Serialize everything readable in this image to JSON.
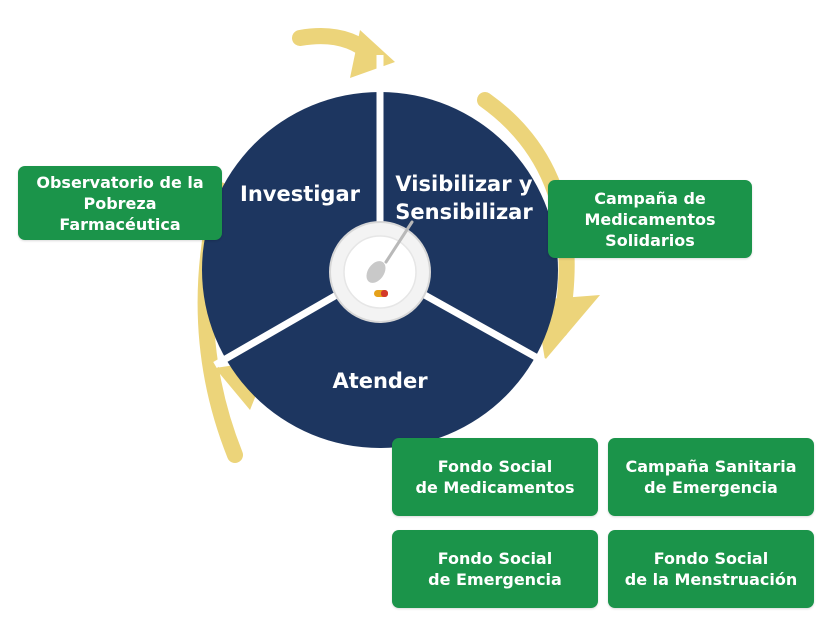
{
  "cycle": {
    "segments": [
      {
        "id": "investigar",
        "label": "Investigar"
      },
      {
        "id": "visibilizar",
        "label": "Visibilizar y\nSensibilizar"
      },
      {
        "id": "atender",
        "label": "Atender"
      }
    ],
    "center_icon": "plate-with-spoon-and-pill-icon"
  },
  "boxes": {
    "observatorio": "Observatorio de la\nPobreza Farmacéutica",
    "campana_medicamentos": "Campaña de\nMedicamentos\nSolidarios",
    "fondo_medicamentos": "Fondo Social\nde Medicamentos",
    "campana_sanitaria": "Campaña Sanitaria\nde Emergencia",
    "fondo_emergencia": "Fondo Social\nde Emergencia",
    "fondo_menstruacion": "Fondo Social\nde la Menstruación"
  },
  "colors": {
    "navy": "#1d3660",
    "arrow_yellow": "#ecd47a",
    "box_green": "#1b944a",
    "divider": "#ffffff"
  }
}
